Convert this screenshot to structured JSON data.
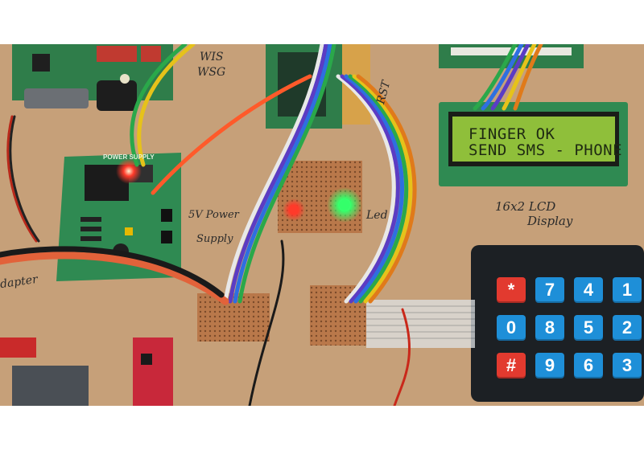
{
  "lcd": {
    "line1": "FINGER OK",
    "line2": "SEND SMS - PHONE"
  },
  "labels": {
    "lcd_caption_1": "16x2 LCD",
    "lcd_caption_2": "Display",
    "power_1": "5V Power",
    "power_2": "Supply",
    "led": "Led",
    "rst": "RST",
    "wifi_1": "WIS",
    "wifi_2": "WSG",
    "adapter": "dapter",
    "power_board_silk": "POWER SUPPLY"
  },
  "keypad": {
    "rows": [
      [
        "*",
        "7",
        "4",
        "1"
      ],
      [
        "0",
        "8",
        "5",
        "2"
      ],
      [
        "#",
        "9",
        "6",
        "3"
      ]
    ]
  },
  "colors": {
    "board": "#c9a27a",
    "pcb_green": "#2f7d4a",
    "lcd_screen": "#8fbf3a",
    "keypad_body": "#1c2024",
    "key_blue": "#1e8fd8",
    "key_red": "#e23a2f",
    "led_green": "#34ff6a",
    "led_red": "#ff3a2a"
  }
}
